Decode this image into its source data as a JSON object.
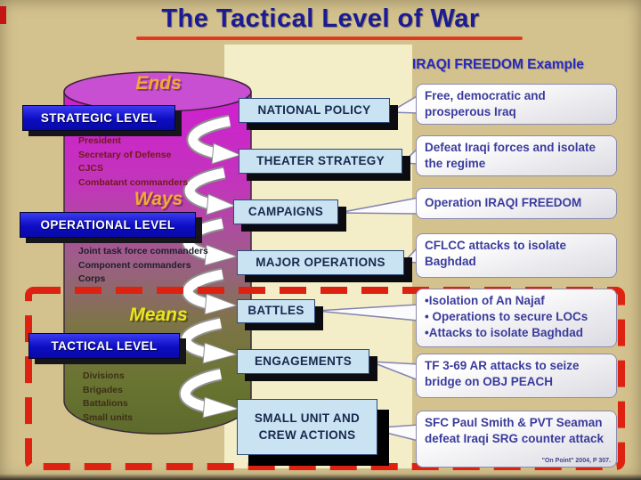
{
  "title": "The Tactical Level of War",
  "cylinder_labels": {
    "ends": "Ends",
    "ways": "Ways",
    "means": "Means"
  },
  "levels": [
    {
      "name": "STRATEGIC LEVEL",
      "roles": [
        "President",
        "Secretary of Defense",
        "CJCS",
        "Combatant commanders"
      ]
    },
    {
      "name": "OPERATIONAL LEVEL",
      "roles": [
        "Joint task force commanders",
        "Component commanders",
        "Corps"
      ]
    },
    {
      "name": "TACTICAL LEVEL",
      "roles": [
        "Divisions",
        "Brigades",
        "Battalions",
        "Small units"
      ]
    }
  ],
  "flow_boxes": [
    {
      "label": "NATIONAL POLICY"
    },
    {
      "label": "THEATER STRATEGY"
    },
    {
      "label": "CAMPAIGNS"
    },
    {
      "label": "MAJOR OPERATIONS"
    },
    {
      "label": "BATTLES"
    },
    {
      "label": "ENGAGEMENTS"
    },
    {
      "label": "SMALL UNIT AND CREW ACTIONS"
    }
  ],
  "example_column": {
    "header": "IRAQI FREEDOM Example",
    "items": [
      {
        "lines": [
          "Free, democratic and prosperous Iraq"
        ]
      },
      {
        "lines": [
          "Defeat Iraqi forces and isolate the regime"
        ]
      },
      {
        "lines": [
          "Operation IRAQI FREEDOM"
        ]
      },
      {
        "lines": [
          "CFLCC attacks to isolate Baghdad"
        ]
      },
      {
        "lines": [
          "•Isolation of An Najaf",
          "• Operations to secure LOCs",
          "•Attacks to isolate Baghdad"
        ]
      },
      {
        "lines": [
          "TF 3-69 AR attacks to seize bridge on OBJ PEACH"
        ]
      },
      {
        "lines": [
          "SFC Paul Smith & PVT Seaman defeat Iraqi SRG counter attack"
        ]
      }
    ],
    "citation": "\"On Point\" 2004, P 307."
  },
  "colors": {
    "background": "#d4c28e",
    "middle_band": "#f3edc8",
    "title_blue": "#1b1b96",
    "underline_red": "#e03a1e",
    "dashed_border_red": "#dd2211",
    "level_box_blue": "#0d0dc2",
    "flow_box_fill": "#cae3f2",
    "callout_text_blue": "#3b3b9e",
    "cylinder_top_magenta": "#d01ed0",
    "cylinder_bottom_olive": "#5d6a2c",
    "ends_ways_gold": "#f5a832",
    "means_yellow": "#ece41f"
  }
}
